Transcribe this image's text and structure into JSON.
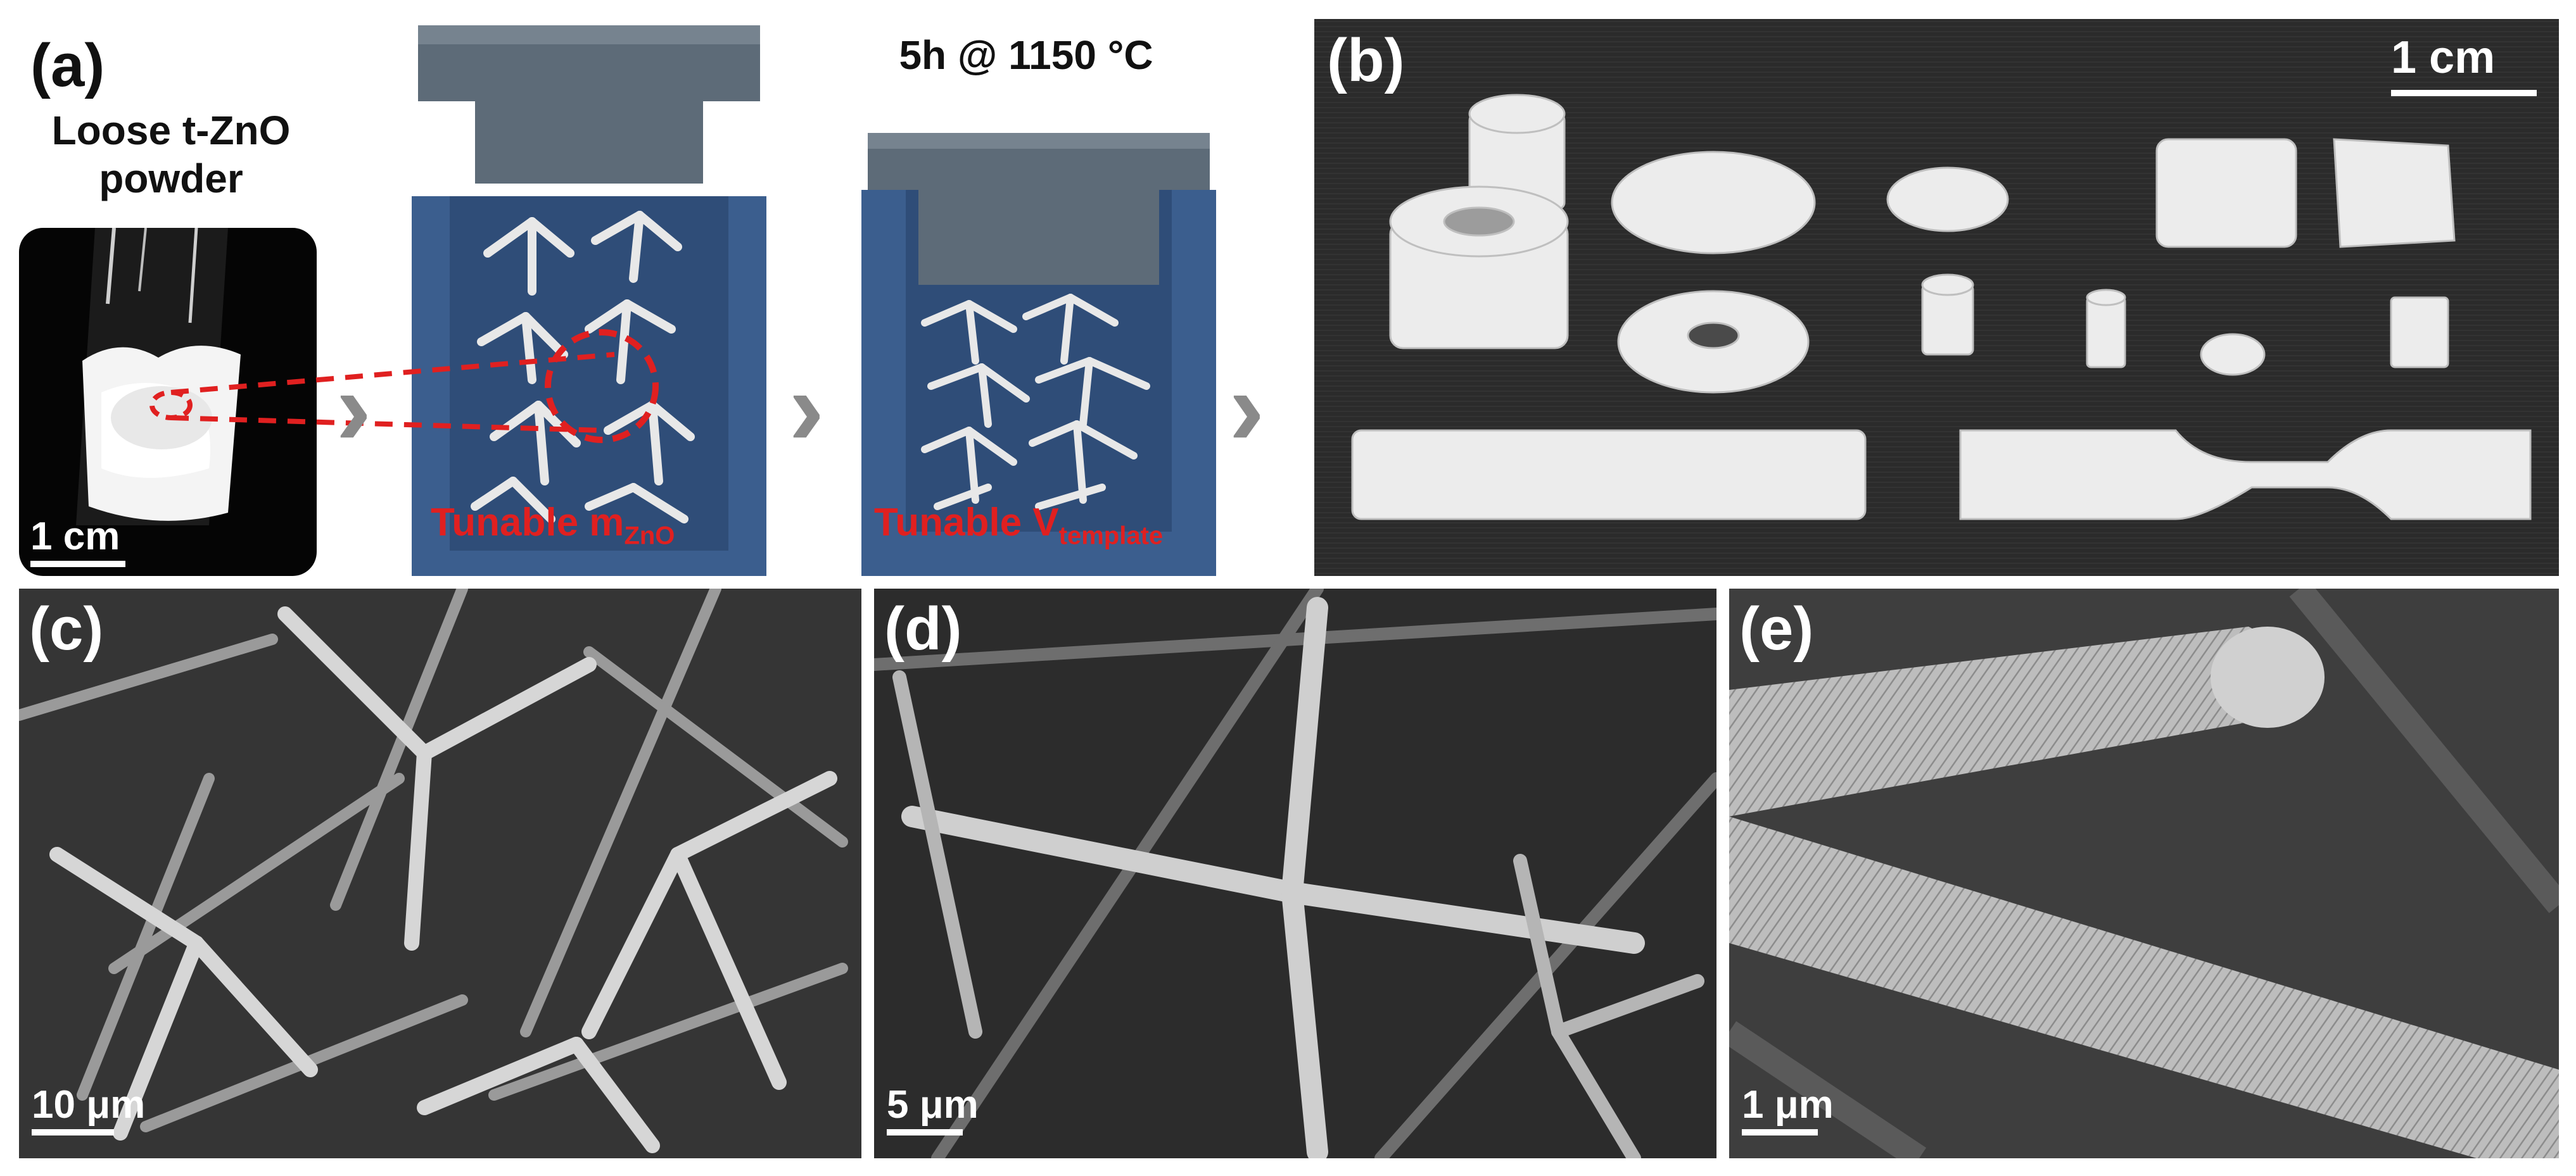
{
  "panel_a": {
    "letter": "(a)",
    "powder_title_line1": "Loose t-ZnO",
    "powder_title_line2": "powder",
    "powder_scale": "1 cm",
    "mold1_label_main": "Tunable m",
    "mold1_label_sub": "ZnO",
    "process_title": "5h @ 1150 °C",
    "mold2_label_main": "Tunable V",
    "mold2_label_sub": "template"
  },
  "panel_b": {
    "letter": "(b)",
    "scale": "1 cm"
  },
  "panel_c": {
    "letter": "(c)",
    "scale": "10 μm"
  },
  "panel_d": {
    "letter": "(d)",
    "scale": "5 μm"
  },
  "panel_e": {
    "letter": "(e)",
    "scale": "1 μm"
  },
  "colors": {
    "mold_blue": "#3b5e8e",
    "piston_gray": "#5d6b78",
    "dashed_red": "#e02020",
    "arrow_gray": "#8a8a8a"
  }
}
